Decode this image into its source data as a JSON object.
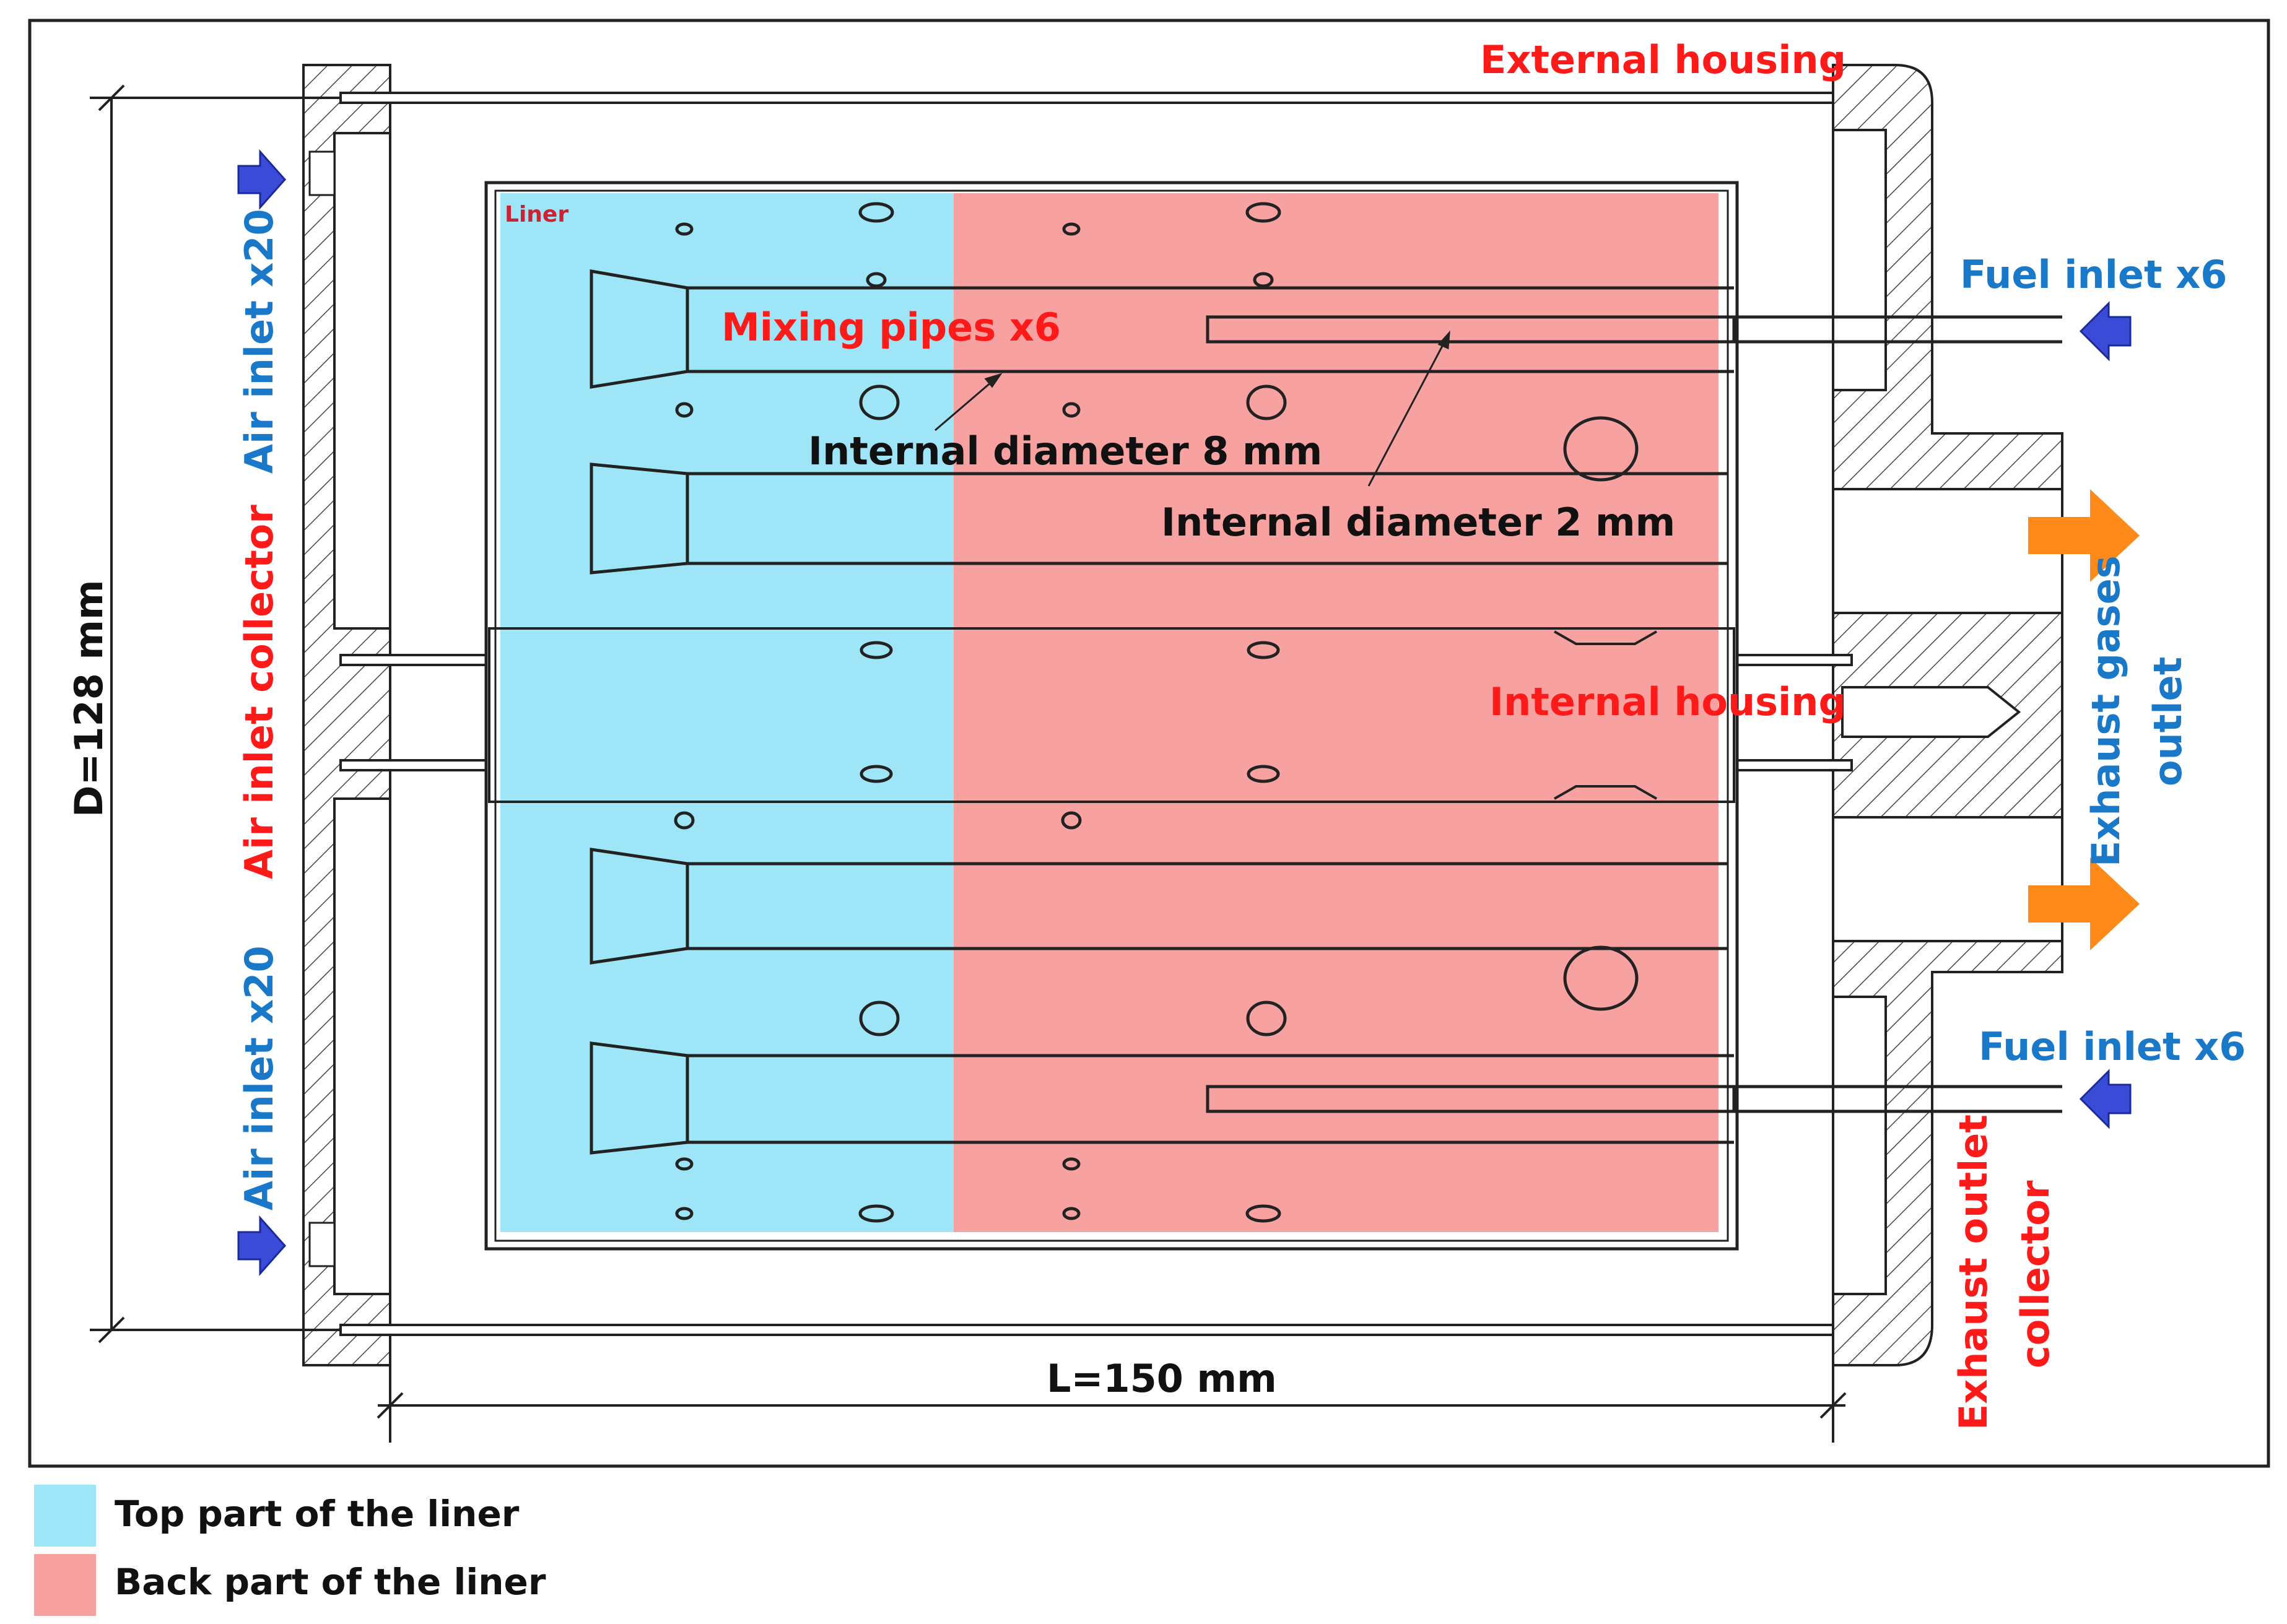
{
  "labels": {
    "external_housing": "External housing",
    "liner": "Liner",
    "mixing_pipes": "Mixing pipes x6",
    "internal_diameter_8": "Internal diameter 8 mm",
    "internal_diameter_2": "Internal diameter 2 mm",
    "internal_housing": "Internal housing",
    "fuel_inlet_top": "Fuel inlet x6",
    "fuel_inlet_bottom": "Fuel inlet x6",
    "air_inlet_top": "Air inlet x20",
    "air_inlet_bottom": "Air inlet x20",
    "air_inlet_collector": "Air inlet collector",
    "diameter": "D=128 mm",
    "length": "L=150 mm",
    "exhaust_gases_outlet_line1": "Exhaust gases",
    "exhaust_gases_outlet_line2": "outlet",
    "exhaust_outlet_collector_line1": "Exhaust outlet",
    "exhaust_outlet_collector_line2": "collector"
  },
  "legend": [
    {
      "label": "Top part of the liner",
      "color": "#9ee6f7"
    },
    {
      "label": "Back part of the liner",
      "color": "#f7a1a1"
    }
  ],
  "colors": {
    "top_liner": "#9ee6f7",
    "back_liner": "#f7a1a1",
    "label_red": "#ff1a1a",
    "label_blue": "#1a78c8",
    "air_arrow": "#3a4bd8",
    "exhaust_arrow": "#ff8a1a"
  }
}
